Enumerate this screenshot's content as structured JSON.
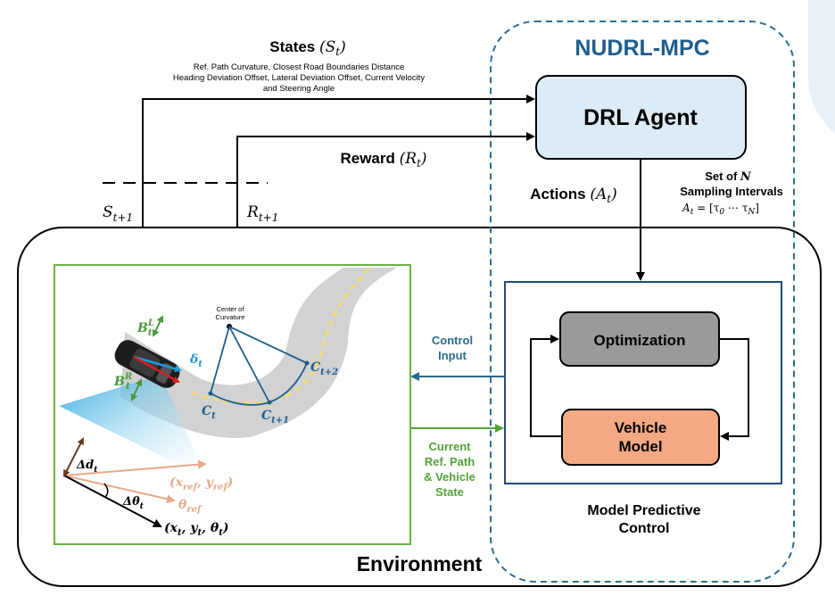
{
  "colors": {
    "frame": "#000000",
    "nudrl_border": "#2e6e94",
    "nudrl_title": "#1f5e8e",
    "drl_fill": "#ddebf7",
    "env_inner_border": "#6cb143",
    "mpc_border": "#1f4e79",
    "optimization_fill": "#9a9a9a",
    "vehicle_model_fill": "#f2a984",
    "control_input": "#2a6a8f",
    "current_ref": "#53a23a",
    "road": "#d2d2d2",
    "curvature_lines": "#1f5e8e",
    "delta_blue": "#1f9ad6",
    "heading_red": "#d81e1e",
    "b_green": "#4a9a3a",
    "ref_salmon": "#e8a98a",
    "sensor_blue": "#29a7df"
  },
  "nudrl": {
    "title": "NUDRL-MPC"
  },
  "drl_agent": {
    "label": "DRL Agent"
  },
  "states": {
    "title": "States",
    "symbol": "(S",
    "sub": "t",
    "close": ")",
    "desc_lines": [
      "Ref. Path Curvature, Closest Road Boundaries Distance",
      "Heading Deviation Offset, Lateral Deviation Offset, Current Velocity",
      "and Steering Angle"
    ]
  },
  "reward": {
    "title": "Reward",
    "symbol": "(R",
    "sub": "t",
    "close": ")"
  },
  "actions": {
    "title": "Actions",
    "symbol": "(A",
    "sub": "t",
    "close": ")"
  },
  "sampling": {
    "line1": "Set of ",
    "n": "N",
    "line2": "Sampling Intervals",
    "formula": "A",
    "formula_sub": "t",
    "formula_rest": " = [τ",
    "tau0_sub": "0",
    "dots": "  ⋯  τ",
    "taun_sub": "N",
    "formula_close": "]"
  },
  "s_next": {
    "symbol": "S",
    "sub": "t+1"
  },
  "r_next": {
    "symbol": "R",
    "sub": "t+1"
  },
  "environment": {
    "label": "Environment"
  },
  "mpc": {
    "optimization": "Optimization",
    "vehicle_model_lines": [
      "Vehicle",
      "Model"
    ],
    "caption_lines": [
      "Model Predictive",
      "Control"
    ]
  },
  "control_input": {
    "lines": [
      "Control",
      "Input"
    ]
  },
  "current_ref": {
    "lines": [
      "Current",
      "Ref. Path",
      "& Vehicle",
      "State"
    ]
  },
  "scene": {
    "center_label_lines": [
      "Center of",
      "Curvature"
    ],
    "c_t": {
      "symbol": "C",
      "sub": "t"
    },
    "c_t1": {
      "symbol": "C",
      "sub": "t+1"
    },
    "c_t2": {
      "symbol": "C",
      "sub": "t+2"
    },
    "b_left": {
      "symbol": "B",
      "sub": "t",
      "sup": "L"
    },
    "b_right": {
      "symbol": "B",
      "sub": "t",
      "sup": "R"
    },
    "delta": {
      "symbol": "δ",
      "sub": "t"
    },
    "delta_d": {
      "symbol": "Δd",
      "sub": "t"
    },
    "delta_theta": {
      "symbol": "Δθ",
      "sub": "t"
    },
    "ref_point": {
      "text": "(x",
      "sub1": "ref",
      "mid": ", y",
      "sub2": "ref",
      "close": ")"
    },
    "theta_ref": {
      "symbol": "θ",
      "sub": "ref"
    },
    "vehicle_pose": {
      "text": "(x",
      "sub1": "t",
      "mid1": ", y",
      "sub2": "t",
      "mid2": ", θ",
      "sub3": "t",
      "close": ")"
    }
  }
}
